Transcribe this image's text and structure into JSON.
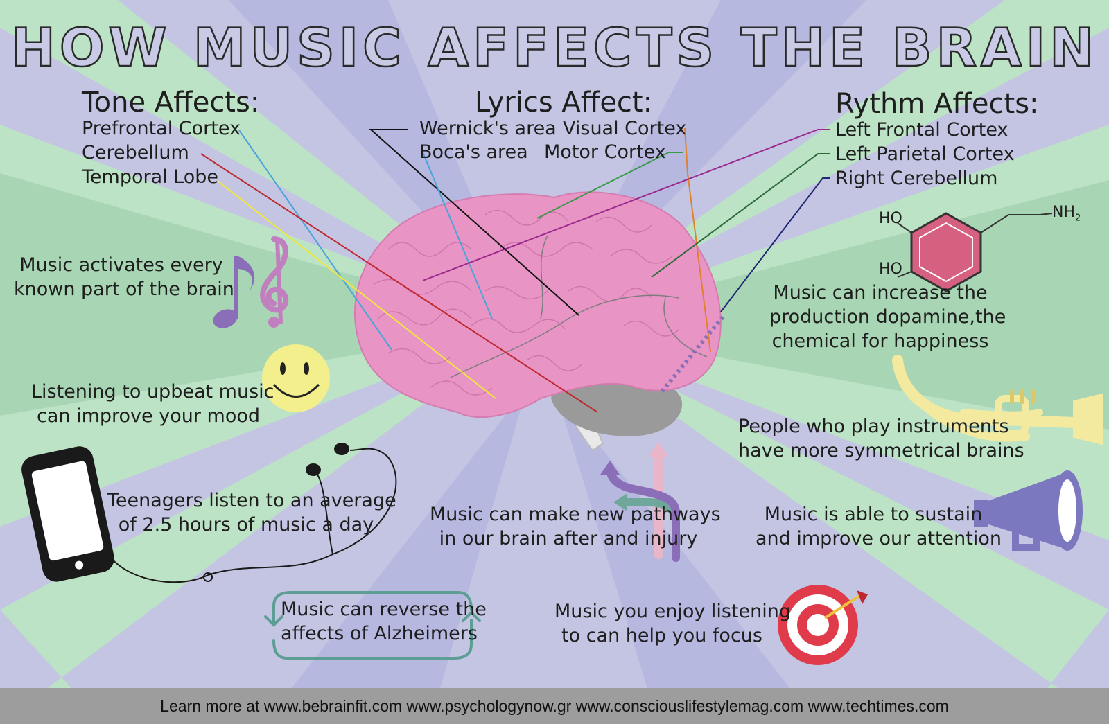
{
  "title": "HOW MUSIC AFFECTS THE BRAIN",
  "tone": {
    "heading": "Tone Affects:",
    "items": [
      "Prefrontal Cortex",
      "Cerebellum",
      "Temporal Lobe"
    ]
  },
  "lyrics": {
    "heading": "Lyrics Affect:",
    "items": [
      "Wernick's area",
      "Visual Cortex",
      "Boca's area",
      "Motor Cortex"
    ]
  },
  "rhythm": {
    "heading": "Rythm Affects:",
    "items": [
      "Left Frontal Cortex",
      "Left Parietal Cortex",
      "Right Cerebellum"
    ]
  },
  "dopamine": {
    "ho_top": "HO",
    "ho_bottom": "HO",
    "nh2": "NH",
    "nh2_sub": "2"
  },
  "facts": {
    "activates": [
      "Music activates every",
      "known part of the brain"
    ],
    "upbeat": [
      "Listening to upbeat music",
      "can improve your mood"
    ],
    "teenagers": [
      "Teenagers listen to an average",
      "of 2.5 hours of music a day"
    ],
    "alzheimers": [
      "Music can reverse the",
      "affects of Alzheimers"
    ],
    "pathways": [
      "Music can make new pathways",
      "in our brain after and injury"
    ],
    "focus": [
      "Music you enjoy listening",
      "to can help you focus"
    ],
    "dopamine": [
      "Music can increase the",
      "production dopamine,the",
      "chemical for happiness"
    ],
    "instruments": [
      "People who play instruments",
      "have more symmetrical brains"
    ],
    "attention": [
      "Music is able to sustain",
      "and improve our attention"
    ]
  },
  "footer": "Learn more at www.bebrainfit.com  www.psychologynow.gr  www.consciouslifestylemag.com  www.techtimes.com",
  "colors": {
    "background_purple": "#c5c7e4",
    "background_green": "#bde3c6",
    "brain_pink": "#e895c5",
    "cerebellum_gray": "#9a9a9a",
    "note_purple": "#8a6fb8",
    "smiley_yellow": "#f2ef8c",
    "trumpet_yellow": "#f3eaa0",
    "megaphone_blue": "#7b78c0",
    "target_red": "#e03b4a",
    "footer_gray": "#9d9d9d"
  },
  "icons": [
    "music-notes-icon",
    "smiley-icon",
    "phone-icon",
    "earphones-icon",
    "dopamine-molecule-icon",
    "trumpet-icon",
    "megaphone-icon",
    "target-icon",
    "pathway-arrows-icon",
    "cycle-arrows-icon"
  ]
}
